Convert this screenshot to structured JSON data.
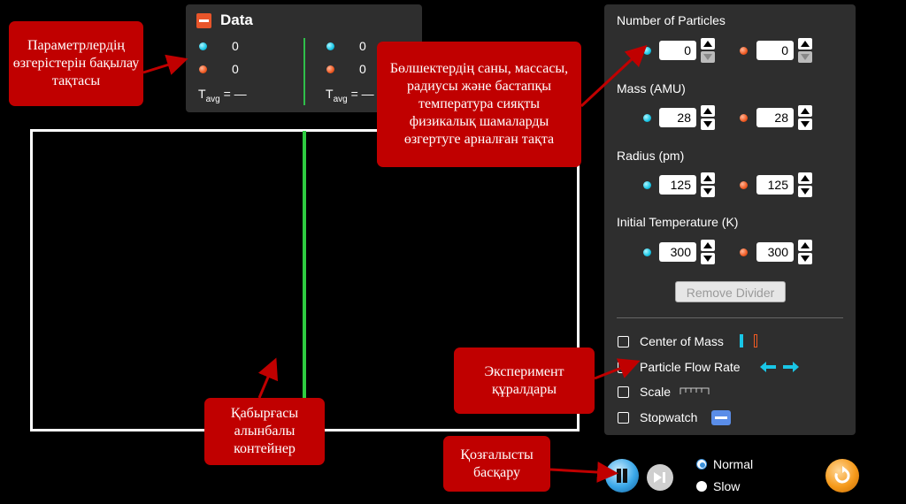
{
  "data_panel": {
    "title": "Data",
    "left": {
      "count_a": "0",
      "count_b": "0",
      "tavg_label": "T",
      "tavg_sub": "avg",
      "tavg_value": " = —"
    },
    "right": {
      "count_a": "0",
      "count_b": "0",
      "tavg_label": "T",
      "tavg_sub": "avg",
      "tavg_value": " = —"
    }
  },
  "controls": {
    "number_of_particles": {
      "label": "Number of Particles",
      "left": "0",
      "right": "0"
    },
    "mass": {
      "label": "Mass (AMU)",
      "left": "28",
      "right": "28"
    },
    "radius": {
      "label": "Radius (pm)",
      "left": "125",
      "right": "125"
    },
    "initial_temperature": {
      "label": "Initial Temperature (K)",
      "left": "300",
      "right": "300"
    },
    "remove_divider": "Remove Divider",
    "tools": [
      {
        "label": "Center of Mass",
        "checked": false
      },
      {
        "label": "Particle Flow Rate",
        "checked": false
      },
      {
        "label": "Scale",
        "checked": false
      },
      {
        "label": "Stopwatch",
        "checked": false
      }
    ]
  },
  "playback": {
    "speed_options": [
      "Normal",
      "Slow"
    ],
    "selected_speed": "Normal"
  },
  "colors": {
    "panel_bg": "#2e2e2e",
    "divider_green": "#2ecc40",
    "particle_cyan": "#19c6e6",
    "particle_orange": "#f05a22",
    "callout_red": "#c00000"
  },
  "annotations": {
    "data_panel_note": "Параметрлердің өзгерістерін бақылау тақтасы",
    "controls_note": "Бөлшектердің саны, массасы, радиусы және бастапқы температура сияқты физикалық шамаларды өзгертуге арналған тақта",
    "tools_note": "Эксперимент құралдары",
    "container_note": "Қабырғасы алынбалы контейнер",
    "motion_note": "Қозғалысты басқару"
  }
}
